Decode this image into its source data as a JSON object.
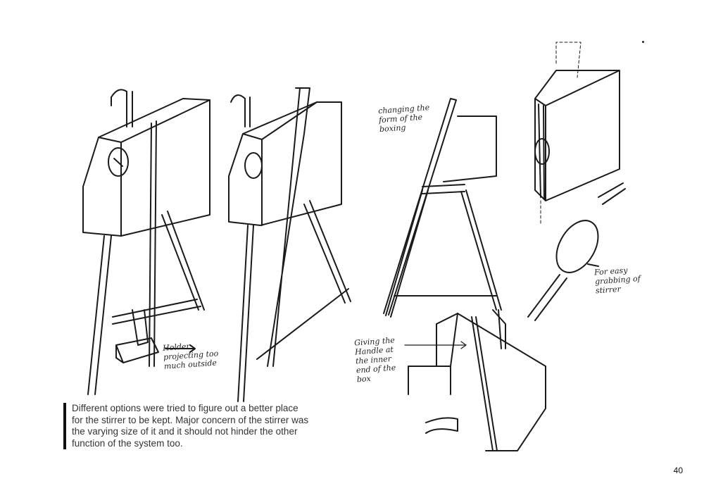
{
  "annotations": {
    "form_change": "changing the form of the boxing",
    "holder": "Holder projecting too much outside",
    "handle": "Giving the Handle at the inner end of the box",
    "grabbing": "For easy grabbing of stirrer"
  },
  "caption": "Different options were tried to figure out a better place for the stirrer to be kept. Major concern of the stirrer was the varying size of it and it should not hinder the other function of the system too.",
  "page_number": "40"
}
